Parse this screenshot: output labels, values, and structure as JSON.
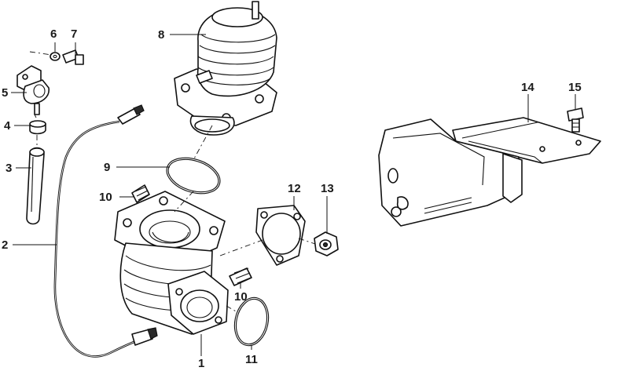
{
  "callouts": {
    "c1": "1",
    "c2": "2",
    "c3": "3",
    "c4": "4",
    "c5": "5",
    "c6": "6",
    "c7": "7",
    "c8": "8",
    "c9": "9",
    "c10a": "10",
    "c10b": "10",
    "c11": "11",
    "c12": "12",
    "c13": "13",
    "c14": "14",
    "c15": "15"
  },
  "colors": {
    "line": "#111111",
    "background": "#ffffff"
  }
}
